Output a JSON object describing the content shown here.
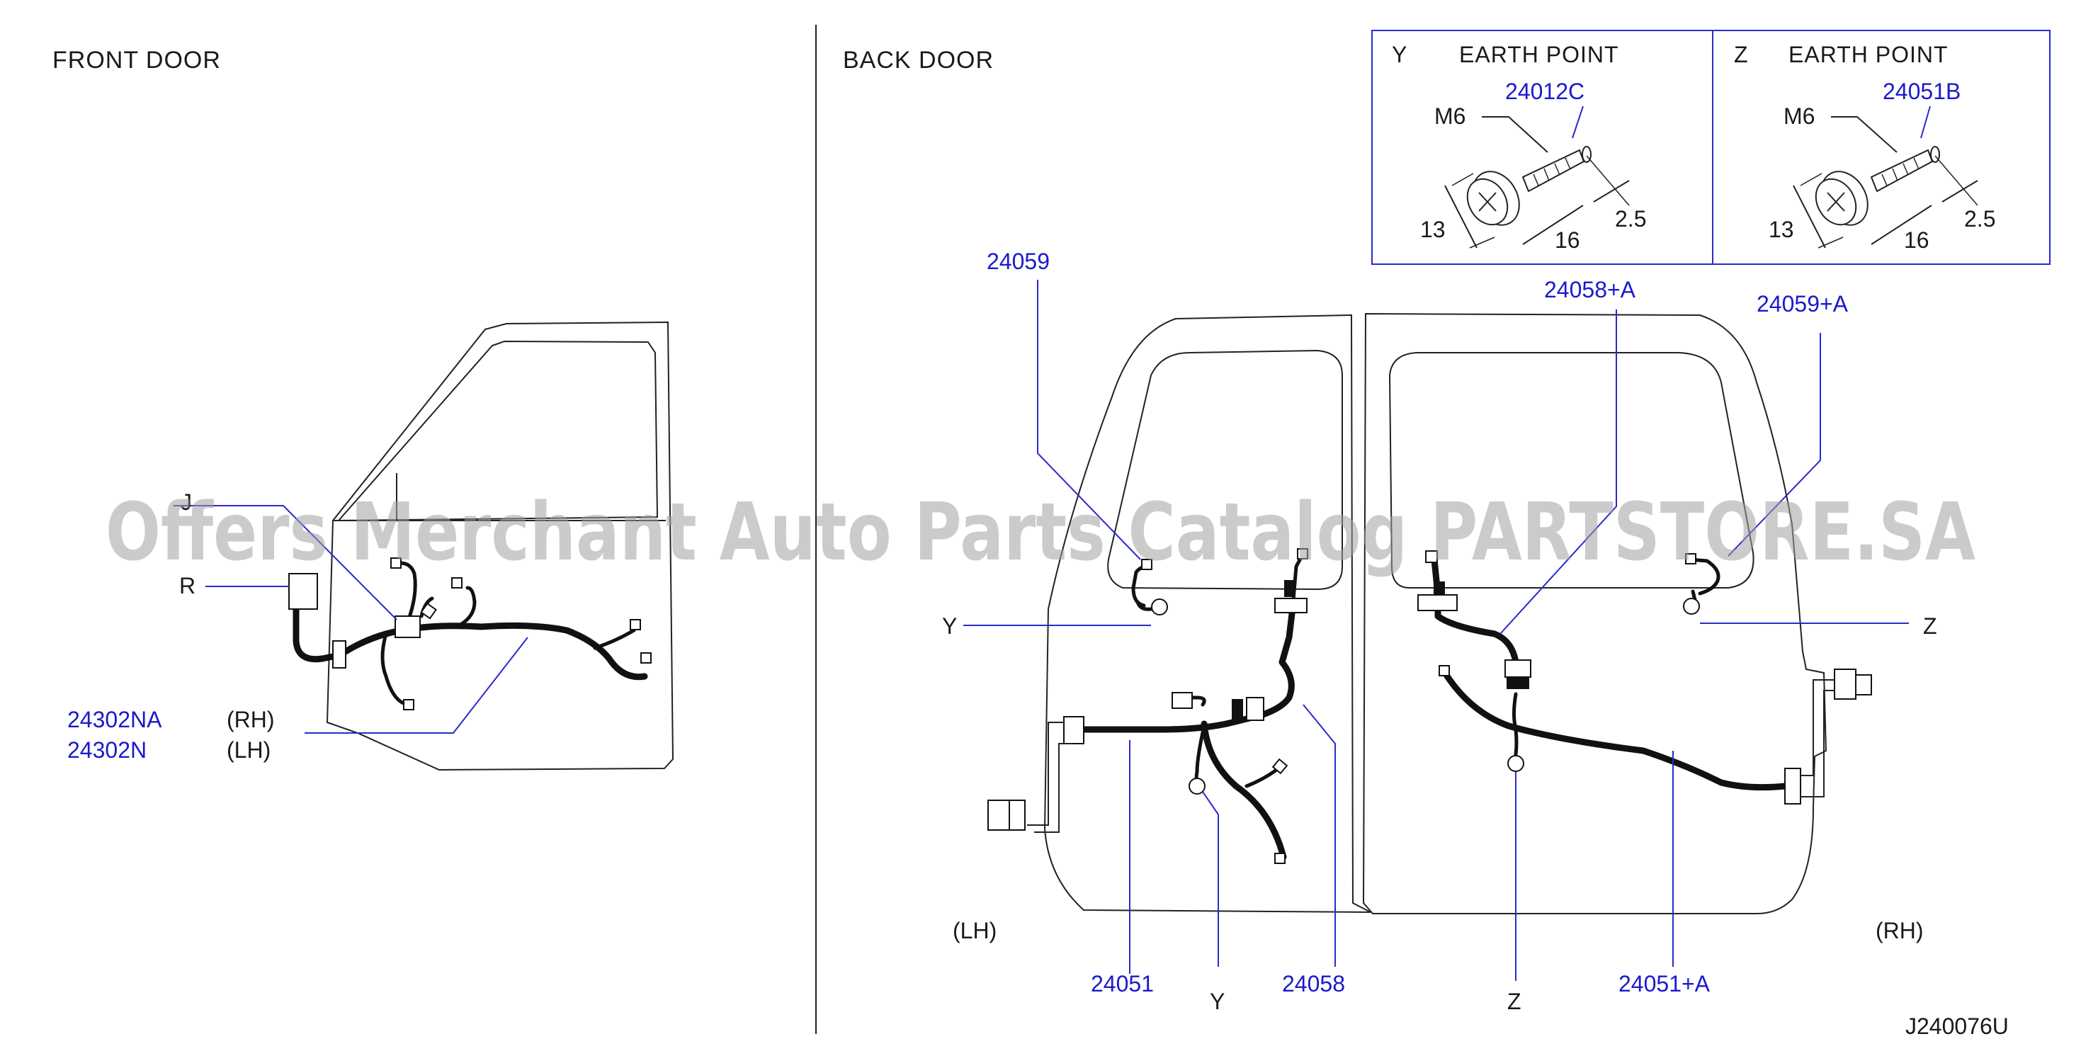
{
  "sections": {
    "front_title": "FRONT  DOOR",
    "back_title": "BACK  DOOR"
  },
  "earth_points": [
    {
      "letter": "Y",
      "title": "EARTH  POINT",
      "part": "24012C",
      "bolt": "M6",
      "dim_head": "13",
      "dim_len": "16",
      "dim_tip": "2.5"
    },
    {
      "letter": "Z",
      "title": "EARTH  POINT",
      "part": "24051B",
      "bolt": "M6",
      "dim_head": "13",
      "dim_len": "16",
      "dim_tip": "2.5"
    }
  ],
  "front_door": {
    "label_j": "J",
    "label_r": "R",
    "part_rh": "24302NA",
    "part_lh": "24302N",
    "side_rh": "(RH)",
    "side_lh": "(LH)"
  },
  "back_door": {
    "callouts": {
      "c24059": "24059",
      "c24058a": "24058+A",
      "c24059a": "24059+A",
      "c24051": "24051",
      "c24058": "24058",
      "c24051a": "24051+A"
    },
    "earth_y_left": "Y",
    "earth_z_right": "Z",
    "earth_y_bottom": "Y",
    "earth_z_bottom": "Z",
    "side_lh": "(LH)",
    "side_rh": "(RH)"
  },
  "diagram_code": "J240076U",
  "watermark": "Offers Merchant Auto Parts Catalog PARTSTORE.SA",
  "colors": {
    "callout": "#1a1acc",
    "line": "#222222",
    "watermark": "#a0a0a0"
  }
}
